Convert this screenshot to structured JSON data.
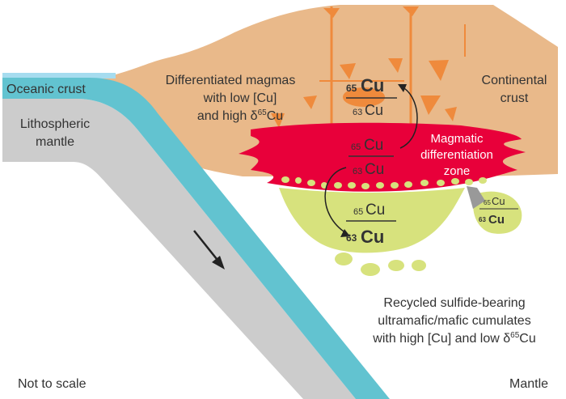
{
  "labels": {
    "differentiated": [
      "Differentiated magmas",
      "with low [Cu]",
      "and high δ"
    ],
    "differentiated_sup": "65",
    "differentiated_end": "Cu",
    "oceanic_crust": "Oceanic crust",
    "lithospheric": [
      "Lithospheric",
      "mantle"
    ],
    "continental": [
      "Continental",
      "crust"
    ],
    "magmatic": [
      "Magmatic",
      "differentiation",
      "zone"
    ],
    "recycled": [
      "Recycled sulfide-bearing",
      "ultramafic/mafic cumulates",
      "with high [Cu] and low δ"
    ],
    "recycled_sup": "65",
    "recycled_end": "Cu",
    "not_to_scale": "Not to scale",
    "mantle": "Mantle"
  },
  "isotope": {
    "top_mass": "65",
    "bottom_mass": "63",
    "element": "Cu"
  },
  "colors": {
    "water": "#a6dcef",
    "oceanic_crust": "#62c3d0",
    "lithospheric_mantle": "#cccccc",
    "continental_crust": "#e9b98a",
    "dikes": "#ef8a3c",
    "magmatic_zone": "#e8003a",
    "cumulates": "#d7e27d"
  }
}
